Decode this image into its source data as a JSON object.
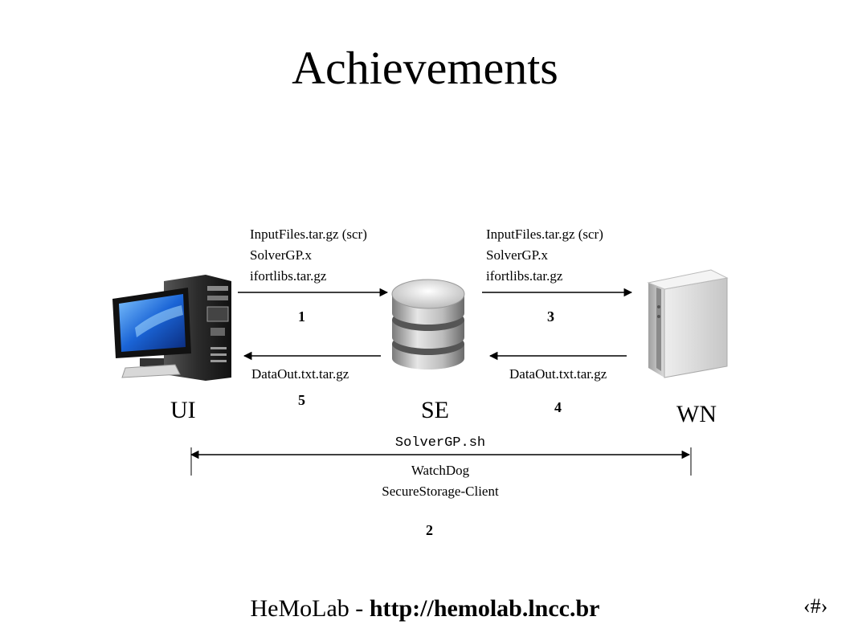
{
  "title": "Achievements",
  "transfers": {
    "ui_to_se": {
      "files": [
        "InputFiles.tar.gz (scr)",
        "SolverGP.x",
        "ifortlibs.tar.gz"
      ],
      "step": "1"
    },
    "se_to_wn": {
      "files": [
        "InputFiles.tar.gz (scr)",
        "SolverGP.x",
        "ifortlibs.tar.gz"
      ],
      "step": "3"
    },
    "wn_to_se": {
      "file": "DataOut.txt.tar.gz",
      "step": "4"
    },
    "se_to_ui": {
      "file": "DataOut.txt.tar.gz",
      "step": "5"
    }
  },
  "nodes": {
    "ui": "UI",
    "se": "SE",
    "wn": "WN"
  },
  "span": {
    "script": "SolverGP.sh",
    "tools": [
      "WatchDog",
      "SecureStorage-Client"
    ],
    "step": "2"
  },
  "footer": {
    "lab": "HeMoLab - ",
    "url": "http://hemolab.lncc.br"
  },
  "slide_number": "‹#›",
  "icons": {
    "ui": "desktop-computer-icon",
    "se": "database-icon",
    "wn": "server-tower-icon"
  }
}
